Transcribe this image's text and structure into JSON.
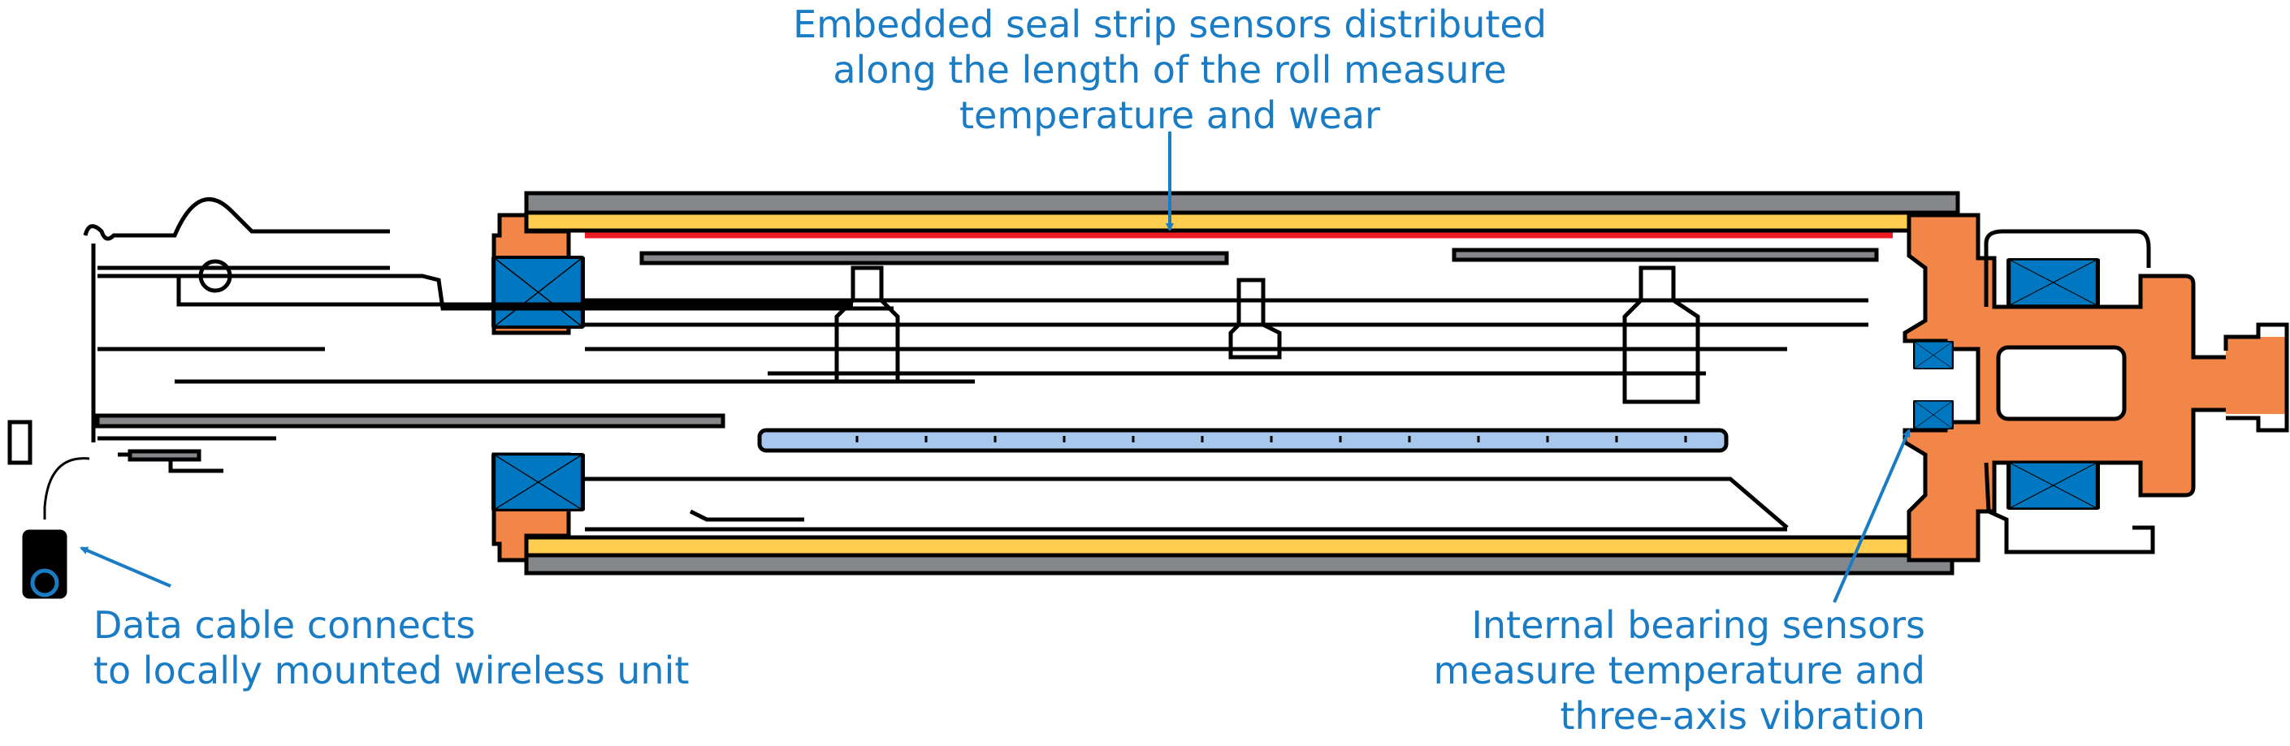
{
  "annotations": {
    "seal_strip": {
      "lines": [
        "Embedded seal strip sensors distributed",
        "along the length of the roll measure",
        "temperature and wear"
      ]
    },
    "data_cable": {
      "lines": [
        "Data cable connects",
        "to locally mounted wireless unit"
      ]
    },
    "bearing_sensors": {
      "lines": [
        "Internal bearing sensors",
        "measure temperature and",
        "three-axis vibration"
      ]
    }
  },
  "colors": {
    "annotation_text": "#1a7cc4",
    "shell_gray": "#86878a",
    "seal_yellow": "#ffcd4f",
    "seal_strip_red": "#ed1c24",
    "end_cap_orange": "#f28548",
    "bearing_blue": "#0078c1",
    "sensor_bar_light_blue": "#a8c7ec"
  }
}
